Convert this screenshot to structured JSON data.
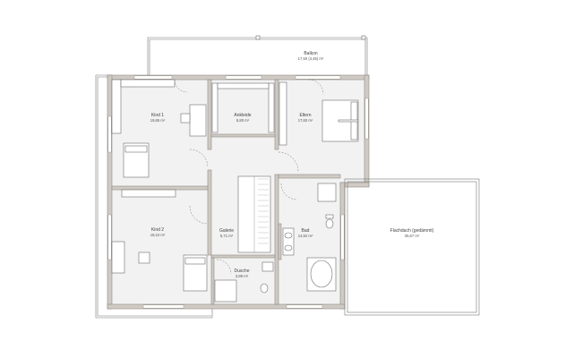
{
  "plan": {
    "rooms": [
      {
        "id": "balkon",
        "name": "Balkon",
        "area": "17,50 (4,45) m²"
      },
      {
        "id": "kind1",
        "name": "Kind 1",
        "area": "19,65 m²"
      },
      {
        "id": "ankleide",
        "name": "Ankleide",
        "area": "8,80 m²"
      },
      {
        "id": "eltern",
        "name": "Eltern",
        "area": "17,60 m²"
      },
      {
        "id": "kind2",
        "name": "Kind 2",
        "area": "18,24 m²"
      },
      {
        "id": "galerie",
        "name": "Galerie",
        "area": "5,71 m²"
      },
      {
        "id": "bad",
        "name": "Bad",
        "area": "14,92 m²"
      },
      {
        "id": "dusche",
        "name": "Dusche",
        "area": "3,89 m²"
      },
      {
        "id": "flachdach",
        "name": "Flachdach (gedämmt)",
        "area": "35,67 m²"
      }
    ],
    "colors": {
      "wall": "#cfcac4",
      "floor": "#f2f2f2",
      "line": "#777777"
    }
  }
}
